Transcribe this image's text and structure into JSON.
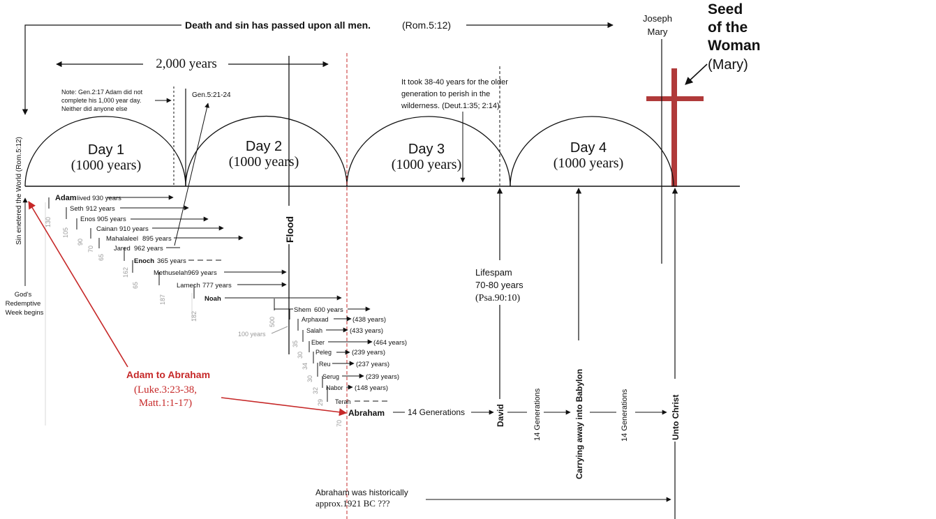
{
  "title": {
    "text": "Death and sin has passed upon all men.",
    "ref": "(Rom.5:12)"
  },
  "joseph_mary": {
    "line1": "Joseph",
    "line2": "Mary"
  },
  "seed": {
    "line1": "Seed",
    "line2": "of the",
    "line3": "Woman",
    "line4": "(Mary)"
  },
  "span_label": "2,000 years",
  "note": {
    "line1": "Note: Gen.2:17 Adam did not",
    "line2": "complete his 1,000 year day.",
    "line3": "Neither did anyone else"
  },
  "gen_ref": "Gen.5:21-24",
  "wilderness": {
    "line1": "It took 38-40 years for the older",
    "line2": "generation to perish in the",
    "line3": "wilderness. (Deut.1:35; 2:14)"
  },
  "days": [
    {
      "label": "Day 1",
      "years": "(1000 years)"
    },
    {
      "label": "Day 2",
      "years": "(1000 years)"
    },
    {
      "label": "Day 3",
      "years": "(1000 years)"
    },
    {
      "label": "Day 4",
      "years": "(1000 years)"
    }
  ],
  "sin_entered": "Sin enetered the World  (Rom.5:12)",
  "redemptive": {
    "line1": "God's",
    "line2": "Redemptive",
    "line3": "Week begins"
  },
  "flood": "Flood",
  "lifespan": {
    "line1": "Lifespam",
    "line2": "70-80 years",
    "line3": "(Psa.90:10)"
  },
  "patriarchs_pre": [
    {
      "name": "Adam",
      "lived": "lived 930 years"
    },
    {
      "name": "Seth",
      "lived": "912  years"
    },
    {
      "name": "Enos",
      "lived": "905 years"
    },
    {
      "name": "Cainan",
      "lived": "910 years"
    },
    {
      "name": "Mahalaleel",
      "lived": "895 years"
    },
    {
      "name": "Jared",
      "lived": "962 years"
    },
    {
      "name": "Enoch",
      "lived": "365 years"
    },
    {
      "name": "Methuselah",
      "lived": "969 years"
    },
    {
      "name": "Lamech",
      "lived": "777 years"
    },
    {
      "name": "Noah",
      "lived": ""
    }
  ],
  "patriarchs_post": [
    {
      "name": "Shem",
      "lived": "600 years"
    },
    {
      "name": "Arphaxad",
      "lived": "(438 years)"
    },
    {
      "name": "Salah",
      "lived": "(433 years)"
    },
    {
      "name": "Eber",
      "lived": "(464 years)"
    },
    {
      "name": "Peleg",
      "lived": "(239 years)"
    },
    {
      "name": "Reu",
      "lived": "(237 years)"
    },
    {
      "name": "Serug",
      "lived": "(239 years)"
    },
    {
      "name": "Nabor",
      "lived": "(148 years)"
    },
    {
      "name": "Terah",
      "lived": ""
    }
  ],
  "begat_ages": [
    "130",
    "105",
    "90",
    "70",
    "65",
    "162",
    "65",
    "187",
    "182",
    "500",
    "35",
    "30",
    "34",
    "30",
    "32",
    "29",
    "70"
  ],
  "hundred_years": "100 years",
  "adam_to_abraham": {
    "line1": "Adam to Abraham",
    "line2": "(Luke.3:23-38,",
    "line3": "Matt.1:1-17)"
  },
  "abraham": "Abraham",
  "gen14_a": "14 Generations",
  "david": "David",
  "gen14_b": "14 Generations",
  "babylon": "Carrying away into Babylon",
  "gen14_c": "14 Generations",
  "unto_christ": "Unto Christ",
  "historical": {
    "line1": "Abraham was historically",
    "line2": "approx.1921 BC ???"
  },
  "colors": {
    "ink": "#111111",
    "red": "#c62828",
    "cross": "#b03a3a",
    "grey": "#9a9a9a"
  }
}
